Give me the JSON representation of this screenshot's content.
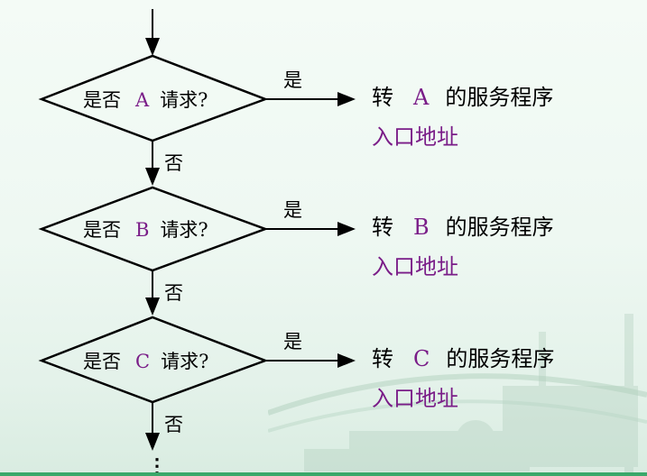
{
  "colors": {
    "text": "#000000",
    "accent": "#7a1d88",
    "line": "#000000",
    "bar": "#3aa86a"
  },
  "decisions": [
    {
      "question_prefix": "是否",
      "letter": "A",
      "question_suffix": "请求?",
      "yes_label": "是",
      "no_label": "否",
      "target_prefix": "转",
      "target_letter": "A",
      "target_suffix": "的服务程序",
      "target_line2": "入口地址"
    },
    {
      "question_prefix": "是否",
      "letter": "B",
      "question_suffix": "请求?",
      "yes_label": "是",
      "no_label": "否",
      "target_prefix": "转",
      "target_letter": "B",
      "target_suffix": "的服务程序",
      "target_line2": "入口地址"
    },
    {
      "question_prefix": "是否",
      "letter": "C",
      "question_suffix": "请求?",
      "yes_label": "是",
      "no_label": "否",
      "target_prefix": "转",
      "target_letter": "C",
      "target_suffix": "的服务程序",
      "target_line2": "入口地址"
    }
  ],
  "continuation": "⋮"
}
